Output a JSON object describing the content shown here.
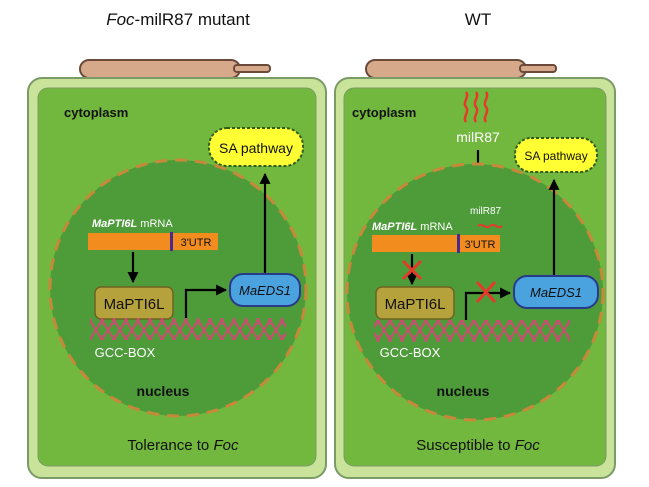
{
  "panels": {
    "left": {
      "title_italic": "Foc",
      "title_rest": "-milR87 mutant",
      "cytoplasm": "cytoplasm",
      "sa_pathway": "SA pathway",
      "mrna_gene": "MaPTI6L",
      "mrna_suffix": " mRNA",
      "utr": "3'UTR",
      "protein": "MaPTI6L",
      "eds1": "MaEDS1",
      "gcc": "GCC-BOX",
      "nucleus": "nucleus",
      "outcome_text": "Tolerance to ",
      "outcome_italic": "Foc"
    },
    "right": {
      "title": "WT",
      "cytoplasm": "cytoplasm",
      "milr87": "milR87",
      "milr87_small": "milR87",
      "sa_pathway": "SA pathway",
      "mrna_gene": "MaPTI6L",
      "mrna_suffix": " mRNA",
      "utr": "3'UTR",
      "protein": "MaPTI6L",
      "eds1": "MaEDS1",
      "gcc": "GCC-BOX",
      "nucleus": "nucleus",
      "outcome_text": "Susceptible to ",
      "outcome_italic": "Foc"
    }
  },
  "colors": {
    "cell_outer": "#c9e49a",
    "cytoplasm": "#73b83e",
    "nucleus": "#4e9b3a",
    "nucleus_dash": "#c8883a",
    "mrna": "#f28c1e",
    "utr_mark": "#4a2a8c",
    "protein_box": "#b5a23c",
    "eds1_box": "#4aa3df",
    "sa_box": "#ffff33",
    "dna": "#e0407a",
    "mirna": "#e53a2a",
    "block_x": "#e53a2a",
    "hypha": "#d7a98b"
  }
}
